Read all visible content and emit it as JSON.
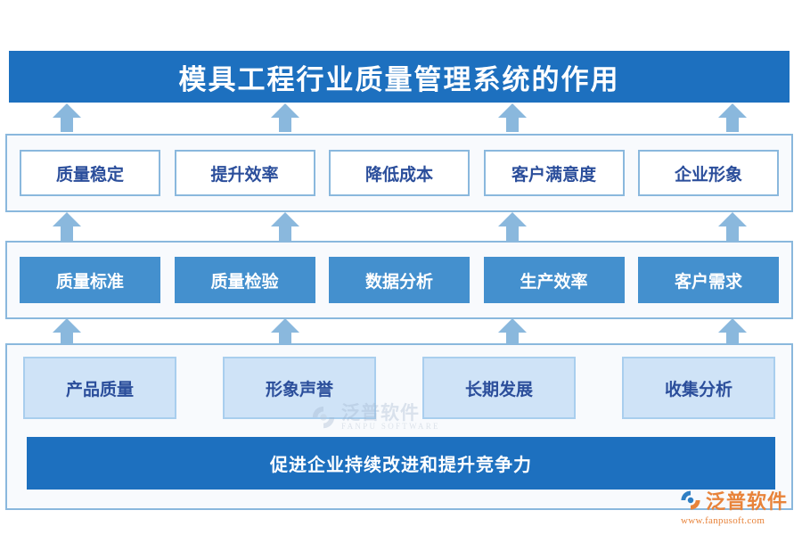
{
  "title": {
    "text": "模具工程行业质量管理系统的作用"
  },
  "colors": {
    "title_bar": "#1D70BF",
    "banner": "#1D70BF",
    "panel_border": "#8AB8DD",
    "panel_fill": "#F8FAFD",
    "arrow": "#8AB8DD",
    "node_outline_border": "#8AB8DD",
    "node_outline_text": "#2B4E9B",
    "node_solid_fill": "#4490CE",
    "node_solid_text": "#FFFFFF",
    "node_tint_fill": "#CFE3F7",
    "node_tint_border": "#A9CEEE",
    "node_tint_text": "#2B4E9B",
    "logo_orange": "#E8833A"
  },
  "rows": {
    "benefits": {
      "name": "benefits-row",
      "items": [
        {
          "label": "质量稳定"
        },
        {
          "label": "提升效率"
        },
        {
          "label": "降低成本"
        },
        {
          "label": "客户满意度"
        },
        {
          "label": "企业形象"
        }
      ]
    },
    "capabilities": {
      "name": "capabilities-row",
      "items": [
        {
          "label": "质量标准"
        },
        {
          "label": "质量检验"
        },
        {
          "label": "数据分析"
        },
        {
          "label": "生产效率"
        },
        {
          "label": "客户需求"
        }
      ]
    },
    "outcomes": {
      "name": "outcomes-row",
      "items": [
        {
          "label": "产品质量"
        },
        {
          "label": "形象声誉"
        },
        {
          "label": "长期发展"
        },
        {
          "label": "收集分析"
        }
      ]
    }
  },
  "banner": {
    "text": "促进企业持续改进和提升竞争力"
  },
  "watermark": {
    "cn": "泛普软件",
    "en": "FANPU SOFTWARE"
  },
  "logo": {
    "cn": "泛普软件",
    "url": "www.fanpusoft.com"
  }
}
